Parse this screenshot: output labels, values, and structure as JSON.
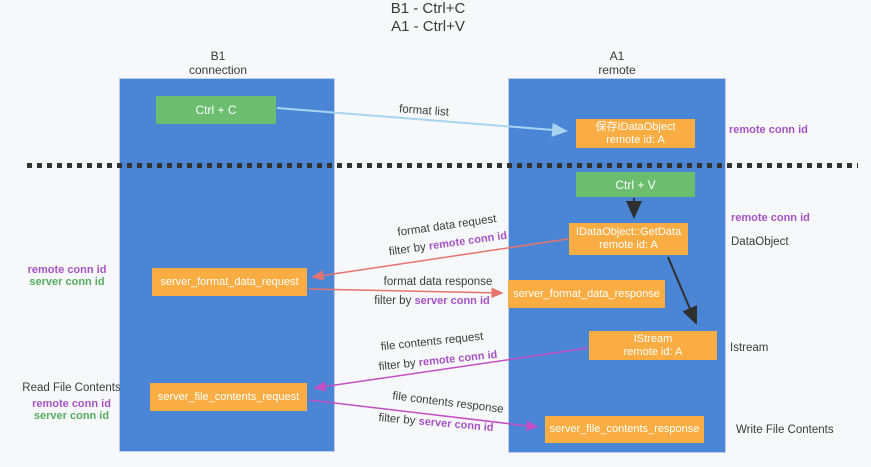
{
  "title": {
    "line1": "B1 - Ctrl+C",
    "line2": "A1 - Ctrl+V"
  },
  "columns": {
    "left": {
      "title": "B1",
      "subtitle": "connection"
    },
    "right": {
      "title": "A1",
      "subtitle": "remote"
    }
  },
  "boxes": {
    "ctrl_c": {
      "label": "Ctrl + C"
    },
    "ctrl_v": {
      "label": "Ctrl + V"
    },
    "save_dataobject": {
      "line1": "保存IDataObject",
      "line2": "remote id: A"
    },
    "getdata": {
      "line1": "IDataObject::GetData",
      "line2": "remote id: A"
    },
    "istream": {
      "line1": "IStream",
      "line2": "remote id: A"
    },
    "format_request": {
      "label": "server_format_data_request"
    },
    "format_response": {
      "label": "server_format_data_response"
    },
    "file_request": {
      "label": "server_file_contents_request"
    },
    "file_response": {
      "label": "server_file_contents_response"
    }
  },
  "flow_labels": {
    "format_list": "format list",
    "format_data_request": "format data request",
    "format_data_response": "format data response",
    "file_contents_request": "file contents request",
    "file_contents_response": "file contents response",
    "filter_by": "filter by",
    "remote_conn_id": "remote conn id",
    "server_conn_id": "server conn id"
  },
  "side_labels": {
    "left_remote_conn_id": "remote conn id",
    "left_server_conn_id": "server conn id",
    "read_file_contents": "Read File Contents",
    "left2_remote_conn_id": "remote conn id",
    "left2_server_conn_id": "server conn id",
    "right_remote_conn_id_1": "remote conn id",
    "right_remote_conn_id_2": "remote conn id",
    "dataobject": "DataObject",
    "istream": "Istream",
    "write_file_contents": "Write File Contents"
  },
  "colors": {
    "background": "#f7f8fa",
    "column_blue": "#4b86d6",
    "box_green": "#6cbe6e",
    "box_orange": "#f9ad42",
    "arrow_light_blue": "#a8d4f0",
    "arrow_red": "#e6736e",
    "arrow_magenta": "#c44fc4",
    "arrow_black": "#2f2f2f",
    "text_purple": "#a653c4",
    "text_green": "#55af5f",
    "dashed_line": "#333333"
  }
}
